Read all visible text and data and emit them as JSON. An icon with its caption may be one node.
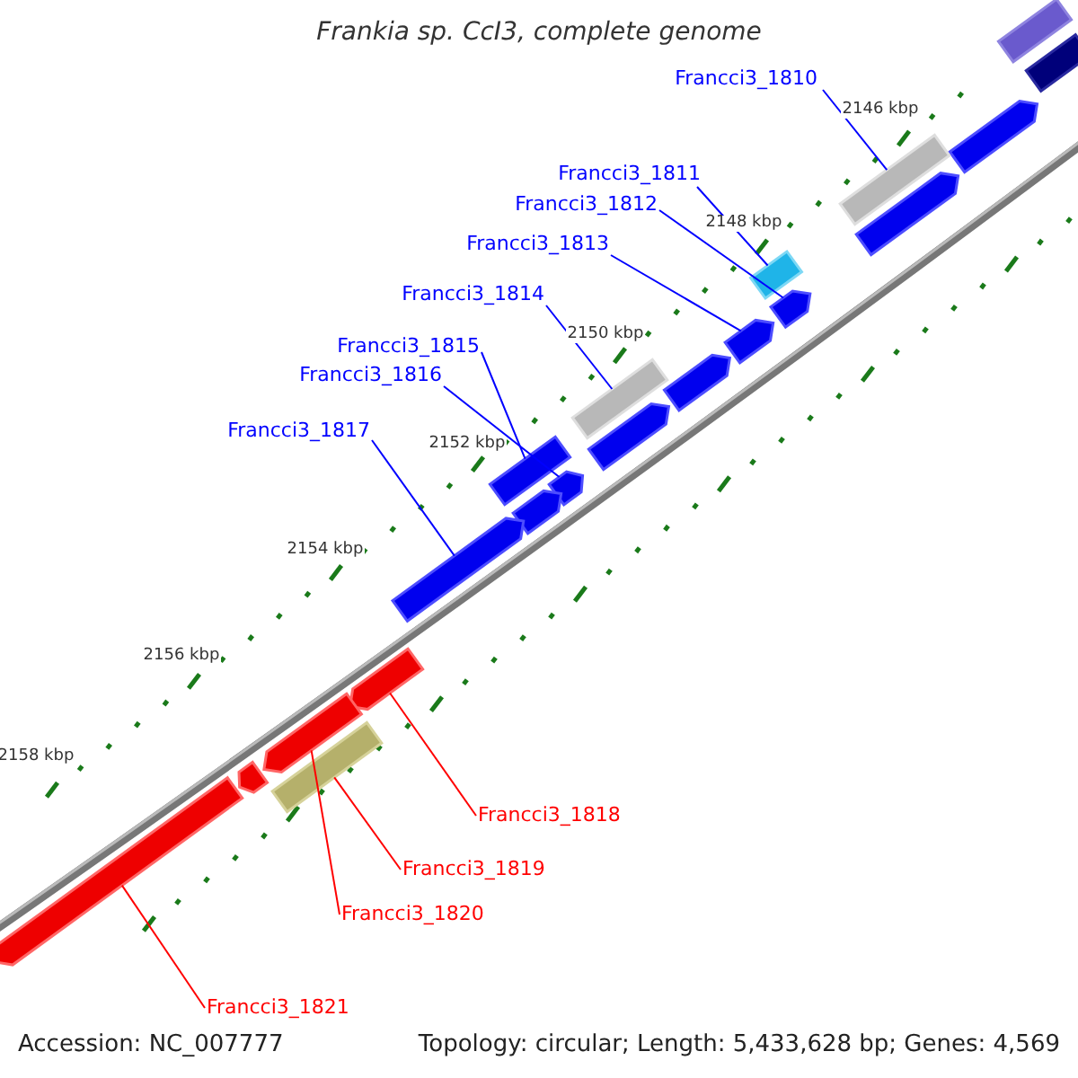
{
  "diagram": {
    "title": "Frankia sp. CcI3, complete genome",
    "nodes": [
      {
        "text": [
          "Francci3_1810"
        ]
      },
      {
        "text": [
          "Francci3_1811"
        ]
      },
      {
        "text": [
          "Francci3_1812"
        ]
      },
      {
        "text": [
          "Francci3_1813"
        ]
      },
      {
        "text": [
          "Francci3_1814"
        ]
      },
      {
        "text": [
          "Francci3_1815"
        ]
      },
      {
        "text": [
          "Francci3_1816"
        ]
      },
      {
        "text": [
          "Francci3_1817"
        ]
      },
      {
        "text": [
          "Francci3_1818"
        ]
      },
      {
        "text": [
          "Francci3_1819"
        ]
      },
      {
        "text": [
          "Francci3_1820"
        ]
      },
      {
        "text": [
          "Francci3_1821"
        ]
      },
      {
        "text": [],
        "shape": "bar"
      },
      {
        "text": [],
        "shape": "bar"
      },
      {
        "text": [],
        "shape": "bar"
      },
      {
        "text": [],
        "shape": "bar"
      },
      {
        "text": [],
        "shape": "bar"
      },
      {
        "text": [],
        "shape": "bar"
      },
      {
        "text": [],
        "shape": "bar"
      },
      {
        "text": [],
        "shape": "bar"
      },
      {
        "text": [],
        "shape": "bar"
      },
      {
        "text": [],
        "shape": "bar"
      },
      {
        "text": [],
        "shape": "bar"
      },
      {
        "text": [],
        "shape": "bar"
      },
      {
        "text": [],
        "shape": "bar"
      },
      {
        "text": [],
        "shape": "bar"
      },
      {
        "text": [],
        "shape": "bar"
      },
      {
        "text": [],
        "shape": "bar"
      },
      {
        "text": [],
        "shape": "bar"
      },
      {
        "text": [],
        "shape": "bar"
      },
      {
        "text": [],
        "shape": "bar"
      },
      {
        "text": [],
        "shape": "bar"
      }
    ],
    "edges": [
      {
        "from": 0,
        "to": 15,
        "arrow": "none"
      },
      {
        "from": 1,
        "to": 17,
        "arrow": "none"
      },
      {
        "from": 2,
        "to": 18,
        "arrow": "none"
      },
      {
        "from": 3,
        "to": 19,
        "arrow": "none"
      },
      {
        "from": 4,
        "to": 21,
        "arrow": "none"
      },
      {
        "from": 5,
        "to": 23,
        "arrow": "none"
      },
      {
        "from": 6,
        "to": 24,
        "arrow": "none"
      },
      {
        "from": 7,
        "to": 26,
        "arrow": "none"
      },
      {
        "from": 8,
        "to": 27,
        "arrow": "none",
        "color": "#ff0000"
      },
      {
        "from": 9,
        "to": 29,
        "arrow": "none",
        "color": "#ff0000"
      },
      {
        "from": 10,
        "to": 28,
        "arrow": "none",
        "color": "#ff0000"
      },
      {
        "from": 11,
        "to": 31,
        "arrow": "none",
        "color": "#ff0000"
      }
    ],
    "labels": [
      "2146 kbp",
      "2148 kbp",
      "2150 kbp",
      "2152 kbp",
      "2154 kbp",
      "2156 kbp",
      "2158 kbp",
      "Accession: NC_007777",
      "Topology: circular; Length: 5,433,628 bp; Genes: 4,569"
    ]
  }
}
